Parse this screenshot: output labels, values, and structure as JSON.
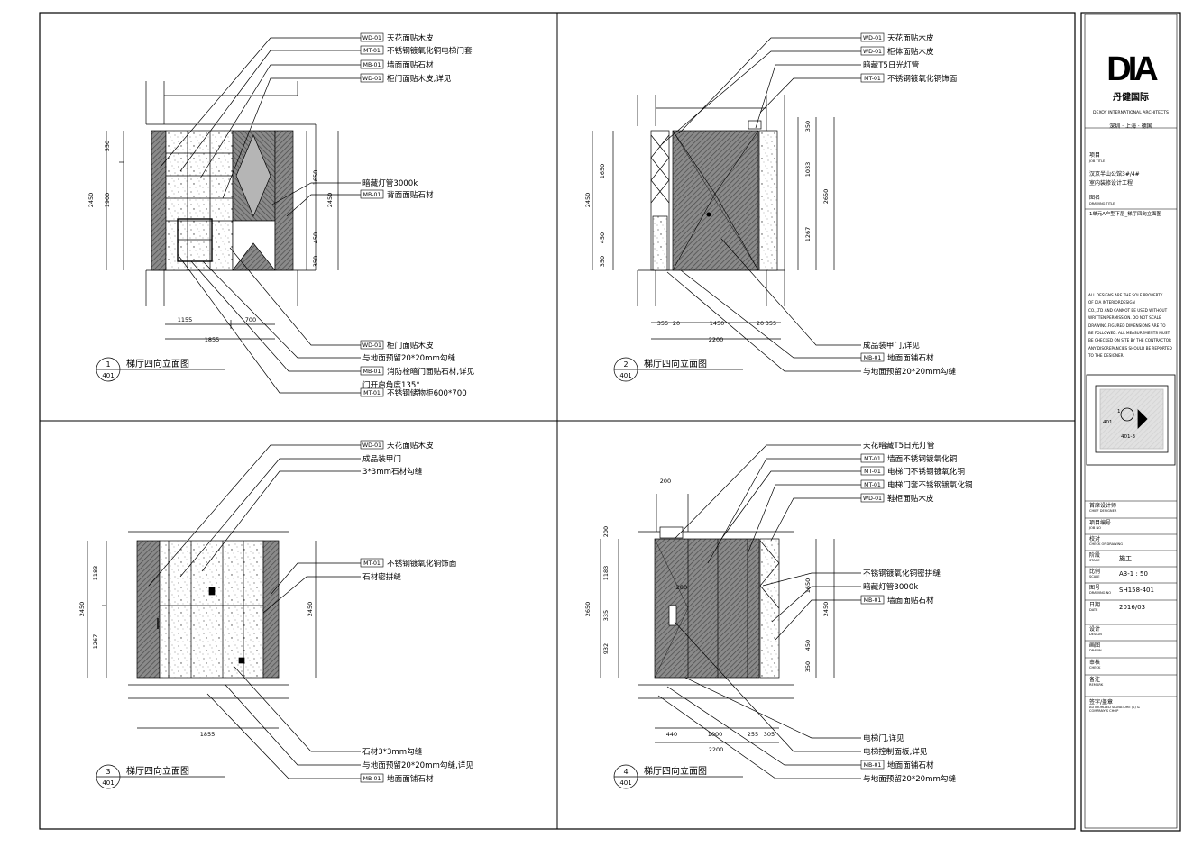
{
  "drawings": [
    {
      "number": "1",
      "sheet": "401",
      "title": "梯厅四向立面图",
      "tags": [
        {
          "code": "WD-01",
          "text": "天花面贴木皮"
        },
        {
          "code": "MT-01",
          "text": "不锈钢镀氧化铜电梯门套"
        },
        {
          "code": "MB-01",
          "text": "墙面面贴石材"
        },
        {
          "code": "WD-01",
          "text": "柜门面贴木皮,详见"
        },
        {
          "code": "",
          "text": "暗藏灯管3000k"
        },
        {
          "code": "MB-01",
          "text": "背面面贴石材"
        },
        {
          "code": "WD-01",
          "text": "柜门面贴木皮"
        },
        {
          "code": "",
          "text": "与地面预留20*20mm勾缝"
        },
        {
          "code": "MB-01",
          "text": "消防栓暗门面贴石材,详见"
        },
        {
          "code": "",
          "text": "门开启角度135°"
        },
        {
          "code": "MT-01",
          "text": "不锈钢储物柜600*700"
        }
      ],
      "dims_h": [
        "1155",
        "700",
        "1855"
      ],
      "dims_v": [
        "550",
        "1900",
        "2450",
        "1650",
        "2450",
        "450",
        "350"
      ]
    },
    {
      "number": "2",
      "sheet": "401",
      "title": "梯厅四向立面图",
      "tags": [
        {
          "code": "WD-01",
          "text": "天花面贴木皮"
        },
        {
          "code": "WD-01",
          "text": "柜体面贴木皮"
        },
        {
          "code": "",
          "text": "暗藏T5日光灯管"
        },
        {
          "code": "MT-01",
          "text": "不锈钢镀氧化铜饰面"
        },
        {
          "code": "",
          "text": "成品装甲门,详见"
        },
        {
          "code": "MB-01",
          "text": "地面面铺石材"
        },
        {
          "code": "",
          "text": "与地面预留20*20mm勾缝"
        }
      ],
      "dims_h": [
        "355",
        "20",
        "1450",
        "20",
        "355",
        "2200"
      ],
      "dims_v": [
        "2450",
        "1650",
        "450",
        "350",
        "350",
        "1033",
        "2650",
        "1267"
      ]
    },
    {
      "number": "3",
      "sheet": "401",
      "title": "梯厅四向立面图",
      "tags": [
        {
          "code": "WD-01",
          "text": "天花面贴木皮"
        },
        {
          "code": "",
          "text": "成品装甲门"
        },
        {
          "code": "",
          "text": "3*3mm石材勾缝"
        },
        {
          "code": "MT-01",
          "text": "不锈钢镀氧化铜饰面"
        },
        {
          "code": "",
          "text": "石材密拼缝"
        },
        {
          "code": "",
          "text": "石材3*3mm勾缝"
        },
        {
          "code": "",
          "text": "与地面预留20*20mm勾缝,详见"
        },
        {
          "code": "MB-01",
          "text": "地面面铺石材"
        }
      ],
      "dims_h": [
        "1855"
      ],
      "dims_v": [
        "2450",
        "1183",
        "1267",
        "2450"
      ]
    },
    {
      "number": "4",
      "sheet": "401",
      "title": "梯厅四向立面图",
      "tags": [
        {
          "code": "",
          "text": "天花暗藏T5日光灯管"
        },
        {
          "code": "MT-01",
          "text": "墙面不锈钢镀氧化铜"
        },
        {
          "code": "MT-01",
          "text": "电梯门不锈钢镀氧化铜"
        },
        {
          "code": "MT-01",
          "text": "电梯门套不锈钢镀氧化铜"
        },
        {
          "code": "WD-01",
          "text": "鞋柜面贴木皮"
        },
        {
          "code": "",
          "text": "不锈钢镀氧化铜密拼缝"
        },
        {
          "code": "",
          "text": "暗藏灯管3000k"
        },
        {
          "code": "MB-01",
          "text": "墙面面贴石材"
        },
        {
          "code": "",
          "text": "电梯门,详见"
        },
        {
          "code": "",
          "text": "电梯控制面板,详见"
        },
        {
          "code": "MB-01",
          "text": "地面面铺石材"
        },
        {
          "code": "",
          "text": "与地面预留20*20mm勾缝"
        }
      ],
      "dims_h": [
        "200",
        "280",
        "440",
        "1000",
        "255",
        "305",
        "2200"
      ],
      "dims_v": [
        "200",
        "1183",
        "335",
        "932",
        "2650",
        "1650",
        "2450",
        "450",
        "350"
      ]
    }
  ],
  "title_block": {
    "logo": "DIA",
    "logo_sub": "丹健国际",
    "firm": "DEXOY INTERNATIONAL ARCHITECTS",
    "cities": "深圳 · 上海 · 德国",
    "job_title_cn": "项目",
    "job_title_en": "JOB TITLE",
    "job_title_value_1": "汉京半山公馆3#/4#",
    "job_title_value_2": "室内装修设计工程",
    "drawing_title_cn": "图名",
    "drawing_title_en": "DRAWING TITLE",
    "drawing_title_value": "1单元A户型下层_梯厅四向立面图",
    "copyright_note": "ALL DESIGNS ARE THE SOLE PROPERTY\nOF DIA INTERIORDESIGN\nCO.,LTD AND CANNOT BE USED WITHOUT\nWRITTEN PERMISSION. DO NOT SCALE\nDRAWING.FIGURED DIMENSIONS ARE TO\nBE FOLLOWED. ALL MEASUREMENTS MUST\nBE CHECKED ON SITE BY THE CONTRACTOR\nANY DISCREPANCIES SHOULD BE REPORTED\nTO THE DESIGNER.",
    "keyplan_labels": [
      "1",
      "401",
      "401-3"
    ],
    "fields": [
      {
        "cn": "首席设计师",
        "en": "CHIEF DESIGNER",
        "value": ""
      },
      {
        "cn": "项目编号",
        "en": "JOB NO",
        "value": ""
      },
      {
        "cn": "校对",
        "en": "CHECK OF DRAWING",
        "value": ""
      },
      {
        "cn": "阶段",
        "en": "STAGE",
        "value": "施工"
      },
      {
        "cn": "比例",
        "en": "SCALE",
        "value": "A3-1 : 50"
      },
      {
        "cn": "图号",
        "en": "DRAWING NO",
        "value": "SH158-401"
      },
      {
        "cn": "日期",
        "en": "DATE",
        "value": "2016/03"
      },
      {
        "cn": "设计",
        "en": "DESIGN",
        "value": ""
      },
      {
        "cn": "画图",
        "en": "DRAWN",
        "value": ""
      },
      {
        "cn": "审核",
        "en": "CHECK",
        "value": ""
      },
      {
        "cn": "备注",
        "en": "REMARK",
        "value": ""
      },
      {
        "cn": "签字/盖章",
        "en": "AUTHORIZED SIGNATURE (S) & COMPANY'S CHOP",
        "value": ""
      }
    ]
  }
}
